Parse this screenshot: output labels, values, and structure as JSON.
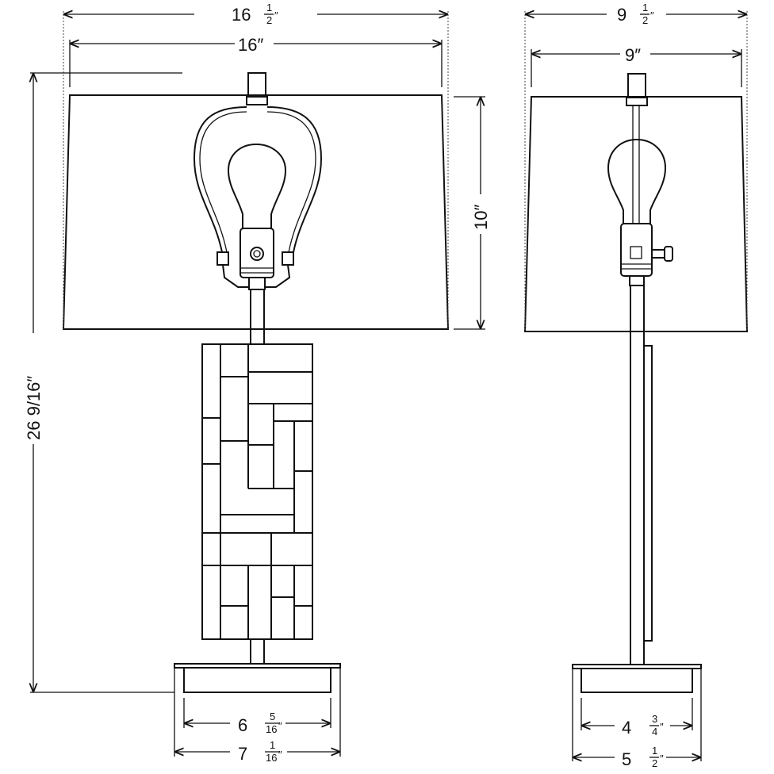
{
  "dimensions": {
    "shade_top_outer": {
      "whole": "16",
      "num": "1",
      "den": "2",
      "unit": "″"
    },
    "shade_top_inner": {
      "value": "16″"
    },
    "shade_height": {
      "value": "10″"
    },
    "overall_height": {
      "value": "26 9/16″"
    },
    "base_inner_front": {
      "whole": "6",
      "num": "5",
      "den": "16",
      "unit": "″"
    },
    "base_outer_front": {
      "whole": "7",
      "num": "1",
      "den": "16",
      "unit": "″"
    },
    "side_shade_outer": {
      "whole": "9",
      "num": "1",
      "den": "2",
      "unit": "″"
    },
    "side_shade_inner": {
      "value": "9″"
    },
    "base_inner_side": {
      "whole": "4",
      "num": "3",
      "den": "4",
      "unit": "″"
    },
    "base_outer_side": {
      "whole": "5",
      "num": "1",
      "den": "2",
      "unit": "″"
    }
  }
}
